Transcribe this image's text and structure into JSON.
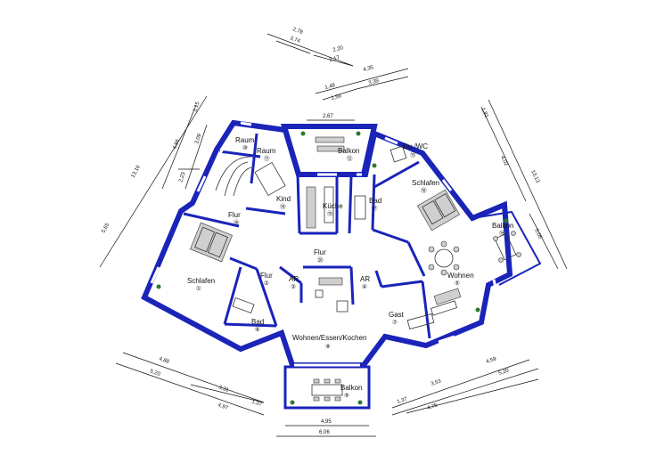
{
  "rooms": [
    {
      "name": "Raum",
      "num": "⑩"
    },
    {
      "name": "Raum",
      "num": "⑪"
    },
    {
      "name": "Balkon",
      "num": "⑫"
    },
    {
      "name": "Du./WC",
      "num": "⑬"
    },
    {
      "name": "Kind",
      "num": "⑭"
    },
    {
      "name": "Küche",
      "num": "⑮"
    },
    {
      "name": "Flur",
      "num": "⑯"
    },
    {
      "name": "Bad",
      "num": "⑰"
    },
    {
      "name": "Schlafen",
      "num": "⑱"
    },
    {
      "name": "Balkon",
      "num": "⑲"
    },
    {
      "name": "Flur",
      "num": "⑳"
    },
    {
      "name": "Schlafen",
      "num": "①"
    },
    {
      "name": "Flur",
      "num": "②"
    },
    {
      "name": "AR",
      "num": "③"
    },
    {
      "name": "AR",
      "num": "④"
    },
    {
      "name": "Wohnen",
      "num": "⑤"
    },
    {
      "name": "Bad",
      "num": "⑥"
    },
    {
      "name": "Gast",
      "num": "⑦"
    },
    {
      "name": "Wohnen/Essen/Kochen",
      "num": "⑧"
    },
    {
      "name": "Balkon",
      "num": "⑨"
    }
  ],
  "dimensions": {
    "top": [
      "2,78",
      "3,74",
      "2,20",
      "2,17",
      "4,35",
      "1,48",
      "3,39",
      "1,56",
      "2,67"
    ],
    "left": [
      "13,16",
      "4,96",
      "3,09",
      "1,15",
      "2,23",
      "5,65"
    ],
    "right": [
      "1,81",
      "4,02",
      "13,13",
      "5,05"
    ],
    "bottom_left": [
      "4,88",
      "5,20",
      "3,31",
      "4,97",
      "1,37"
    ],
    "bottom_right": [
      "4,59",
      "3,53",
      "5,20",
      "1,37",
      "4,75"
    ],
    "bottom": [
      "4,95",
      "6,06"
    ]
  },
  "colors": {
    "wall": "#1a24b8",
    "plant": "#2c7a2c"
  }
}
